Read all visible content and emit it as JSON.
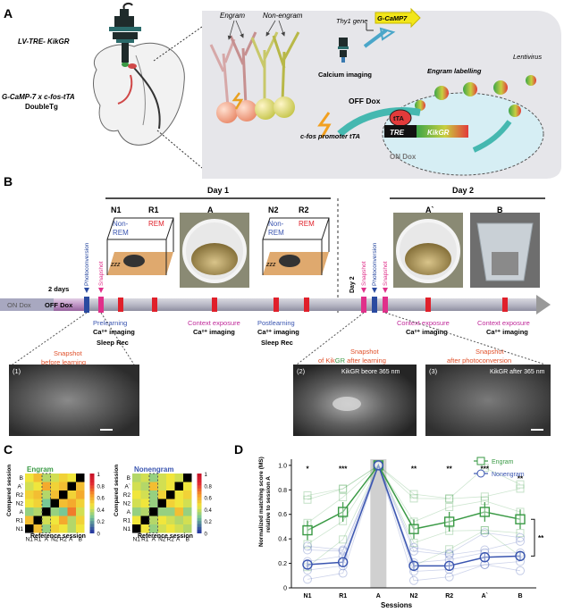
{
  "panels": {
    "a": "A",
    "b": "B",
    "c": "C",
    "d": "D"
  },
  "panelA": {
    "virus_label": "LV-TRE- KikGR",
    "mouse_line": "G-CaMP-7 x c-fos-tTA",
    "mouse_line2": "DoubleTg",
    "engram": "Engram",
    "nonengram": "Non-engram",
    "thy1": "Thy1 gene",
    "gcamp": "G-CaMP7",
    "calcium": "Calcium imaging",
    "lentivirus": "Lentivirus",
    "engram_labelling": "Engram labelling",
    "off_dox": "OFF Dox",
    "cfos": "c-fos promoter tTA",
    "tta": "tTA",
    "tre": "TRE",
    "kikgr": "KikGR",
    "on_dox": "ON Dox"
  },
  "panelB": {
    "day1": "Day 1",
    "day2": "Day 2",
    "two_days": "2 days",
    "on_dox": "ON Dox",
    "off_dox": "OFF Dox",
    "photoconversion": "Photoconversion",
    "snapshot": "Snapshot",
    "day2_vertical": "Day 2",
    "sessions": [
      {
        "id": "n1",
        "name": "N1",
        "sub": "Non-\nREM",
        "sub1": "Non-",
        "sub2": "REM"
      },
      {
        "id": "r1",
        "name": "R1",
        "sub1": "REM"
      },
      {
        "id": "a",
        "name": "A"
      },
      {
        "id": "n2",
        "name": "N2",
        "sub1": "Non-",
        "sub2": "REM"
      },
      {
        "id": "r2",
        "name": "R2",
        "sub1": "REM"
      },
      {
        "id": "a2",
        "name": "A`"
      },
      {
        "id": "b",
        "name": "B"
      }
    ],
    "prelearning": "Prelearning",
    "ca_imaging": "Ca²⁺ imaging",
    "sleep_rec": "Sleep Rec",
    "context_exposure": "Context exposure",
    "postlearning": "Postlearning",
    "snap1_title1": "Snapshot",
    "snap1_title2": "before learning",
    "snap2_title1": "Snapshot",
    "snap2_title2a": "of Kik",
    "snap2_title2b": "GR",
    "snap2_title2c": " after learning",
    "snap3_title1": "Snapshot",
    "snap3_title2": "after photoconversion",
    "img1": "(1)",
    "img2": "(2)",
    "img2_cap": "KikGR beore 365 nm",
    "img3": "(3)",
    "img3_cap": "KikGR after 365 nm"
  },
  "panelC": {
    "engram_title": "Engram",
    "nonengram_title": "Nonengram",
    "xlabel": "Reference session",
    "ylabel": "Compared session",
    "x_ticks": [
      "N1",
      "R1",
      "A",
      "N2",
      "R2",
      "A`",
      "B"
    ],
    "y_ticks": [
      "B",
      "A`",
      "R2",
      "N2",
      "A",
      "R1",
      "N1"
    ],
    "cbar_ticks": [
      "1",
      "0.8",
      "0.6",
      "0.4",
      "0.2",
      "0"
    ],
    "engram_matrix": [
      [
        0.45,
        0.55,
        0.35,
        0.4,
        0.5,
        0.45,
        1.0
      ],
      [
        0.4,
        0.45,
        0.6,
        0.5,
        0.55,
        1.0,
        0.55
      ],
      [
        0.5,
        0.55,
        0.35,
        0.55,
        1.0,
        0.5,
        0.6
      ],
      [
        0.45,
        0.5,
        0.25,
        1.0,
        0.55,
        0.6,
        0.5
      ],
      [
        0.3,
        0.35,
        1.0,
        0.3,
        0.25,
        0.7,
        0.4
      ],
      [
        0.55,
        1.0,
        0.4,
        0.45,
        0.6,
        0.35,
        0.5
      ],
      [
        1.0,
        0.55,
        0.3,
        0.5,
        0.45,
        0.35,
        0.45
      ]
    ],
    "nonengram_matrix": [
      [
        0.35,
        0.4,
        0.3,
        0.4,
        0.45,
        0.4,
        1.0
      ],
      [
        0.4,
        0.35,
        0.55,
        0.4,
        0.45,
        1.0,
        0.45
      ],
      [
        0.45,
        0.4,
        0.3,
        0.5,
        1.0,
        0.45,
        0.5
      ],
      [
        0.4,
        0.45,
        0.3,
        1.0,
        0.5,
        0.45,
        0.4
      ],
      [
        0.3,
        0.35,
        1.0,
        0.3,
        0.3,
        0.55,
        0.3
      ],
      [
        0.45,
        1.0,
        0.35,
        0.45,
        0.4,
        0.35,
        0.4
      ],
      [
        1.0,
        0.45,
        0.3,
        0.4,
        0.45,
        0.4,
        0.35
      ]
    ]
  },
  "chart_data": {
    "type": "line",
    "ylabel": "Normalized matching score (MS) relative to session A",
    "ylabel1": "Normalized matching score (MS)",
    "ylabel2": "relative to session A",
    "xlabel": "Sessions",
    "categories": [
      "N1",
      "R1",
      "A",
      "N2",
      "R2",
      "A`",
      "B"
    ],
    "ylim": [
      0,
      1.05
    ],
    "y_ticks": [
      "0",
      "0.2",
      "0.4",
      "0.6",
      "0.8",
      "1.0"
    ],
    "series": [
      {
        "name": "Engram",
        "color": "#3a9a45",
        "values": [
          0.47,
          0.62,
          1.0,
          0.48,
          0.54,
          0.62,
          0.56
        ]
      },
      {
        "name": "Nonengram",
        "color": "#3a55b0",
        "values": [
          0.19,
          0.21,
          1.0,
          0.18,
          0.18,
          0.25,
          0.26
        ]
      }
    ],
    "significance": [
      "*",
      "***",
      "",
      "**",
      "**",
      "***",
      "**"
    ],
    "overall_sig": "**"
  }
}
